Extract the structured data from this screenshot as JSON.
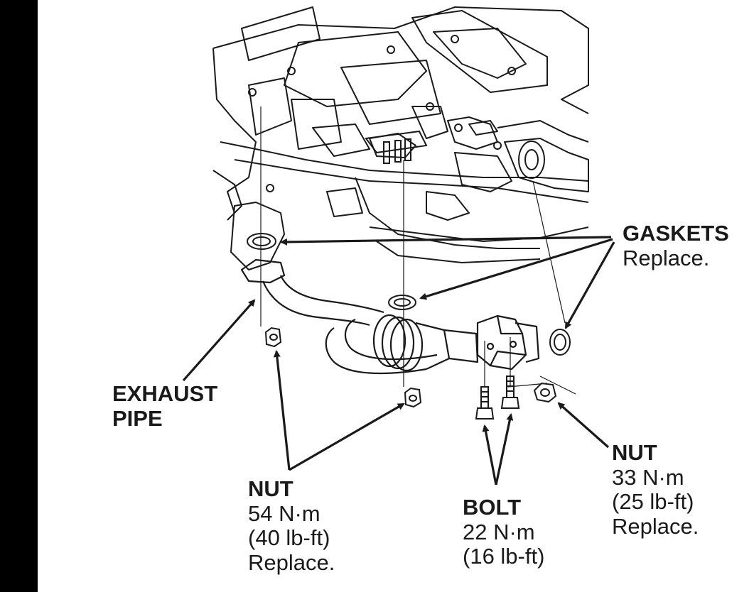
{
  "labels": {
    "gaskets": {
      "title": "GASKETS",
      "note": "Replace."
    },
    "exhaust_pipe": {
      "line1": "EXHAUST",
      "line2": "PIPE"
    },
    "nut_left": {
      "title": "NUT",
      "torque_nm": "54 N·m",
      "torque_lbft": "(40 lb-ft)",
      "note": "Replace."
    },
    "bolt": {
      "title": "BOLT",
      "torque_nm": "22 N·m",
      "torque_lbft": "(16 lb-ft)"
    },
    "nut_right": {
      "title": "NUT",
      "torque_nm": "33 N·m",
      "torque_lbft": "(25 lb-ft)",
      "note": "Replace."
    }
  },
  "colors": {
    "ink": "#1a1a1a",
    "sidebar": "#000000",
    "background": "#ffffff"
  }
}
